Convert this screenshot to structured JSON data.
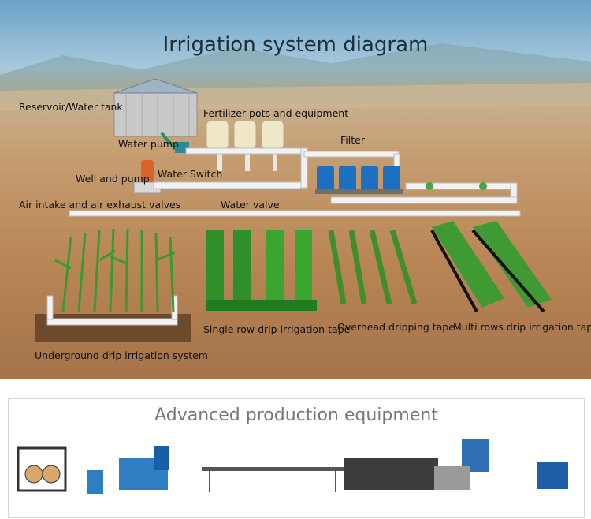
{
  "diagram": {
    "title": "Irrigation system diagram",
    "labels": {
      "reservoir": "Reservoir/Water tank",
      "fertilizer": "Fertilizer pots and equipment",
      "water_pump": "Water pump",
      "filter": "Filter",
      "well_pump": "Well and pump",
      "water_switch": "Water Switch",
      "air_valves": "Air intake and air exhaust valves",
      "water_valve": "Water valve",
      "single_row": "Single row drip irrigation tape",
      "overhead": "Overhead dripping tape",
      "multi_rows": "Multi rows drip irrigation tape",
      "underground": "Underground drip irrigation system"
    }
  },
  "equipment": {
    "title": "Advanced production equipment"
  },
  "colors": {
    "pipe": "#f2f2f2",
    "filter": "#1d6fc2",
    "tank": "#c9c9c9",
    "crop": "#3b9a2f",
    "soil": "#a87346"
  }
}
